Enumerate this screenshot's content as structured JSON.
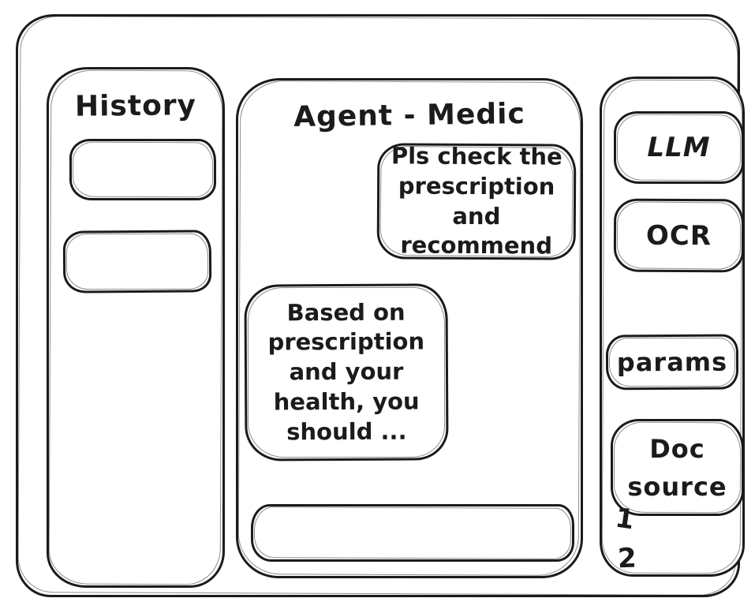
{
  "history": {
    "title": "History",
    "items": [
      {
        "label": ""
      },
      {
        "label": ""
      }
    ]
  },
  "chat": {
    "title": "Agent - Medic",
    "user_message": "Pls check the prescription and recommend",
    "agent_message": "Based on prescription and your health, you should ...",
    "input_value": ""
  },
  "tools": {
    "items": [
      {
        "label": "LLM"
      },
      {
        "label": "OCR"
      },
      {
        "label": "params"
      },
      {
        "label": "Doc source"
      }
    ],
    "step_markers": [
      "1",
      "2"
    ]
  },
  "colors": {
    "ink": "#1b1b1b",
    "background": "#ffffff"
  }
}
